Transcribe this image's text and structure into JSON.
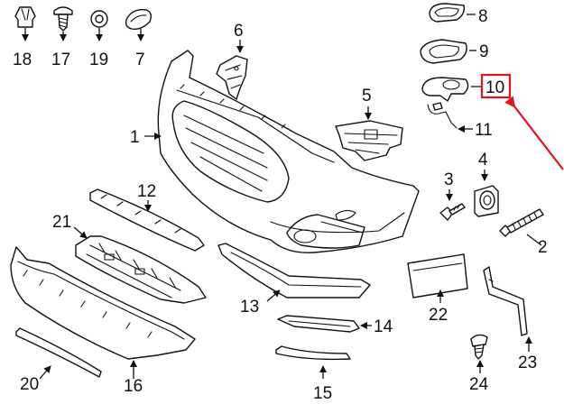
{
  "callouts": {
    "p1": "1",
    "p2": "2",
    "p3": "3",
    "p4": "4",
    "p5": "5",
    "p6": "6",
    "p7": "7",
    "p8": "8",
    "p9": "9",
    "p10": "10",
    "p11": "11",
    "p12": "12",
    "p13": "13",
    "p14": "14",
    "p15": "15",
    "p16": "16",
    "p17": "17",
    "p18": "18",
    "p19": "19",
    "p20": "20",
    "p21": "21",
    "p22": "22",
    "p23": "23",
    "p24": "24"
  },
  "highlight": {
    "callout": "10",
    "color": "#e0141e"
  }
}
